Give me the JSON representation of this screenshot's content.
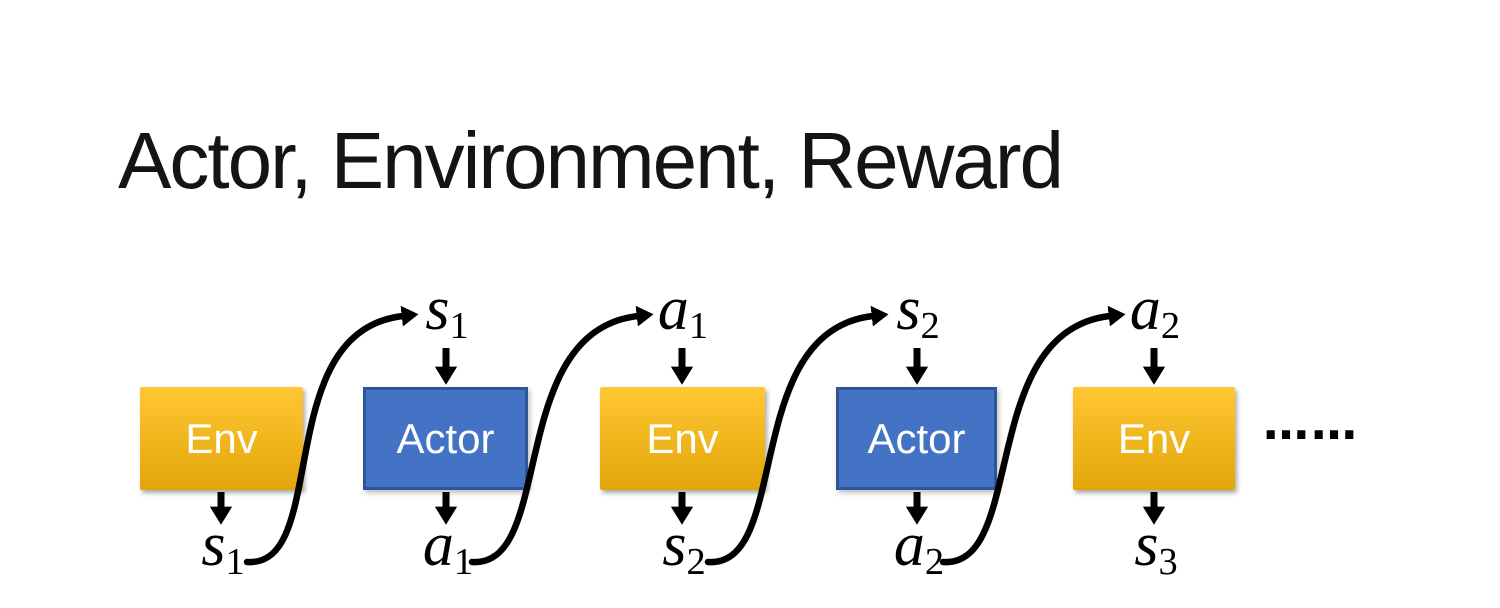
{
  "title": "Actor, Environment, Reward",
  "colors": {
    "env_top": "#FFC733",
    "env_bottom": "#E2A60A",
    "actor_fill": "#4472C4",
    "actor_border": "#2F5597",
    "box_text": "#FFFFFF",
    "ink": "#000000"
  },
  "diagram": {
    "boxes": [
      {
        "label": "Env"
      },
      {
        "label": "Actor"
      },
      {
        "label": "Env"
      },
      {
        "label": "Actor"
      },
      {
        "label": "Env"
      }
    ],
    "top_labels": [
      {
        "base": "s",
        "sub": "1"
      },
      {
        "base": "a",
        "sub": "1"
      },
      {
        "base": "s",
        "sub": "2"
      },
      {
        "base": "a",
        "sub": "2"
      }
    ],
    "bottom_labels": [
      {
        "base": "s",
        "sub": "1"
      },
      {
        "base": "a",
        "sub": "1"
      },
      {
        "base": "s",
        "sub": "2"
      },
      {
        "base": "a",
        "sub": "2"
      },
      {
        "base": "s",
        "sub": "3"
      }
    ],
    "ellipsis": "……"
  }
}
